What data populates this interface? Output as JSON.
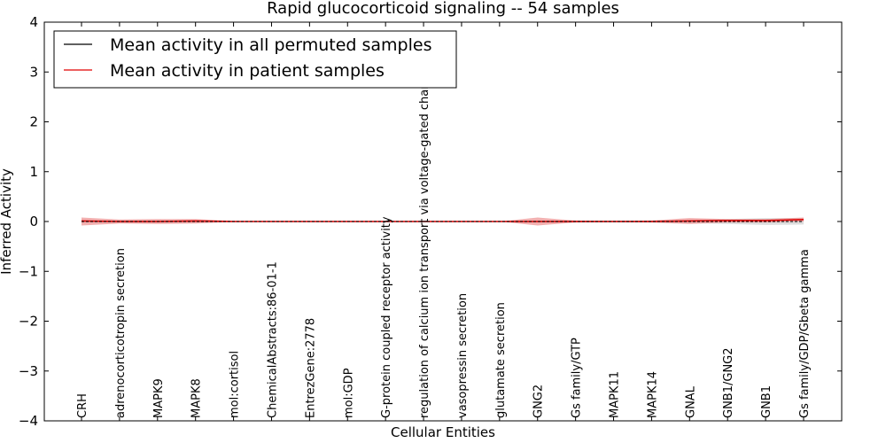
{
  "chart_data": {
    "type": "line",
    "title": "Rapid glucocorticoid signaling -- 54 samples",
    "xlabel": "Cellular Entities",
    "ylabel": "Inferred Activity",
    "ylim": [
      -4,
      4
    ],
    "yticks": [
      4,
      3,
      2,
      1,
      0,
      -1,
      -2,
      -3,
      -4
    ],
    "ytick_labels": [
      "4",
      "3",
      "2",
      "1",
      "0",
      "−1",
      "−2",
      "−3",
      "−4"
    ],
    "grid": false,
    "legend_position": "top-left",
    "categories": [
      "CRH",
      "adrenocorticotropin secretion",
      "MAPK9",
      "MAPK8",
      "mol:cortisol",
      "ChemicalAbstracts:86-01-1",
      "EntrezGene:2778",
      "mol:GDP",
      "G-protein coupled receptor activity",
      "regulation of calcium ion transport via voltage-gated channel",
      "vasopressin secretion",
      "glutamate secretion",
      "GNG2",
      "Gs family/GTP",
      "MAPK11",
      "MAPK14",
      "GNAL",
      "GNB1/GNG2",
      "GNB1",
      "Gs family/GDP/Gbeta gamma"
    ],
    "series": [
      {
        "name": "Mean activity in all permuted samples",
        "color": "#000000",
        "values": [
          0,
          0,
          0,
          0,
          0,
          0,
          0,
          0,
          0,
          0,
          0,
          0,
          0,
          0,
          0,
          0,
          0,
          0,
          0,
          0
        ],
        "band_low": [
          -0.02,
          -0.02,
          -0.02,
          -0.02,
          -0.01,
          -0.01,
          -0.01,
          -0.01,
          -0.01,
          -0.01,
          -0.01,
          -0.01,
          -0.01,
          -0.02,
          -0.02,
          -0.02,
          -0.03,
          -0.05,
          -0.07,
          -0.06
        ],
        "band_high": [
          0.02,
          0.02,
          0.02,
          0.02,
          0.01,
          0.01,
          0.01,
          0.01,
          0.01,
          0.01,
          0.01,
          0.01,
          0.01,
          0.02,
          0.02,
          0.02,
          0.03,
          0.05,
          0.07,
          0.06
        ],
        "band_color": "#b4b4b4"
      },
      {
        "name": "Mean activity in patient samples",
        "color": "#e00000",
        "values": [
          0.01,
          0.0,
          0.0,
          0.01,
          0.0,
          0.0,
          0.0,
          0.0,
          0.0,
          0.0,
          0.0,
          0.0,
          0.0,
          0.0,
          0.0,
          0.0,
          0.01,
          0.02,
          0.02,
          0.04
        ],
        "band_low": [
          -0.08,
          -0.04,
          -0.05,
          -0.04,
          -0.01,
          0.0,
          0.0,
          0.0,
          0.0,
          0.0,
          0.0,
          0.0,
          -0.08,
          -0.02,
          -0.01,
          -0.02,
          -0.05,
          -0.02,
          -0.02,
          0.0
        ],
        "band_high": [
          0.08,
          0.04,
          0.05,
          0.05,
          0.01,
          0.0,
          0.0,
          0.0,
          0.0,
          0.0,
          0.0,
          0.0,
          0.08,
          0.02,
          0.01,
          0.02,
          0.07,
          0.05,
          0.05,
          0.08
        ],
        "band_color": "#e87070"
      }
    ]
  }
}
